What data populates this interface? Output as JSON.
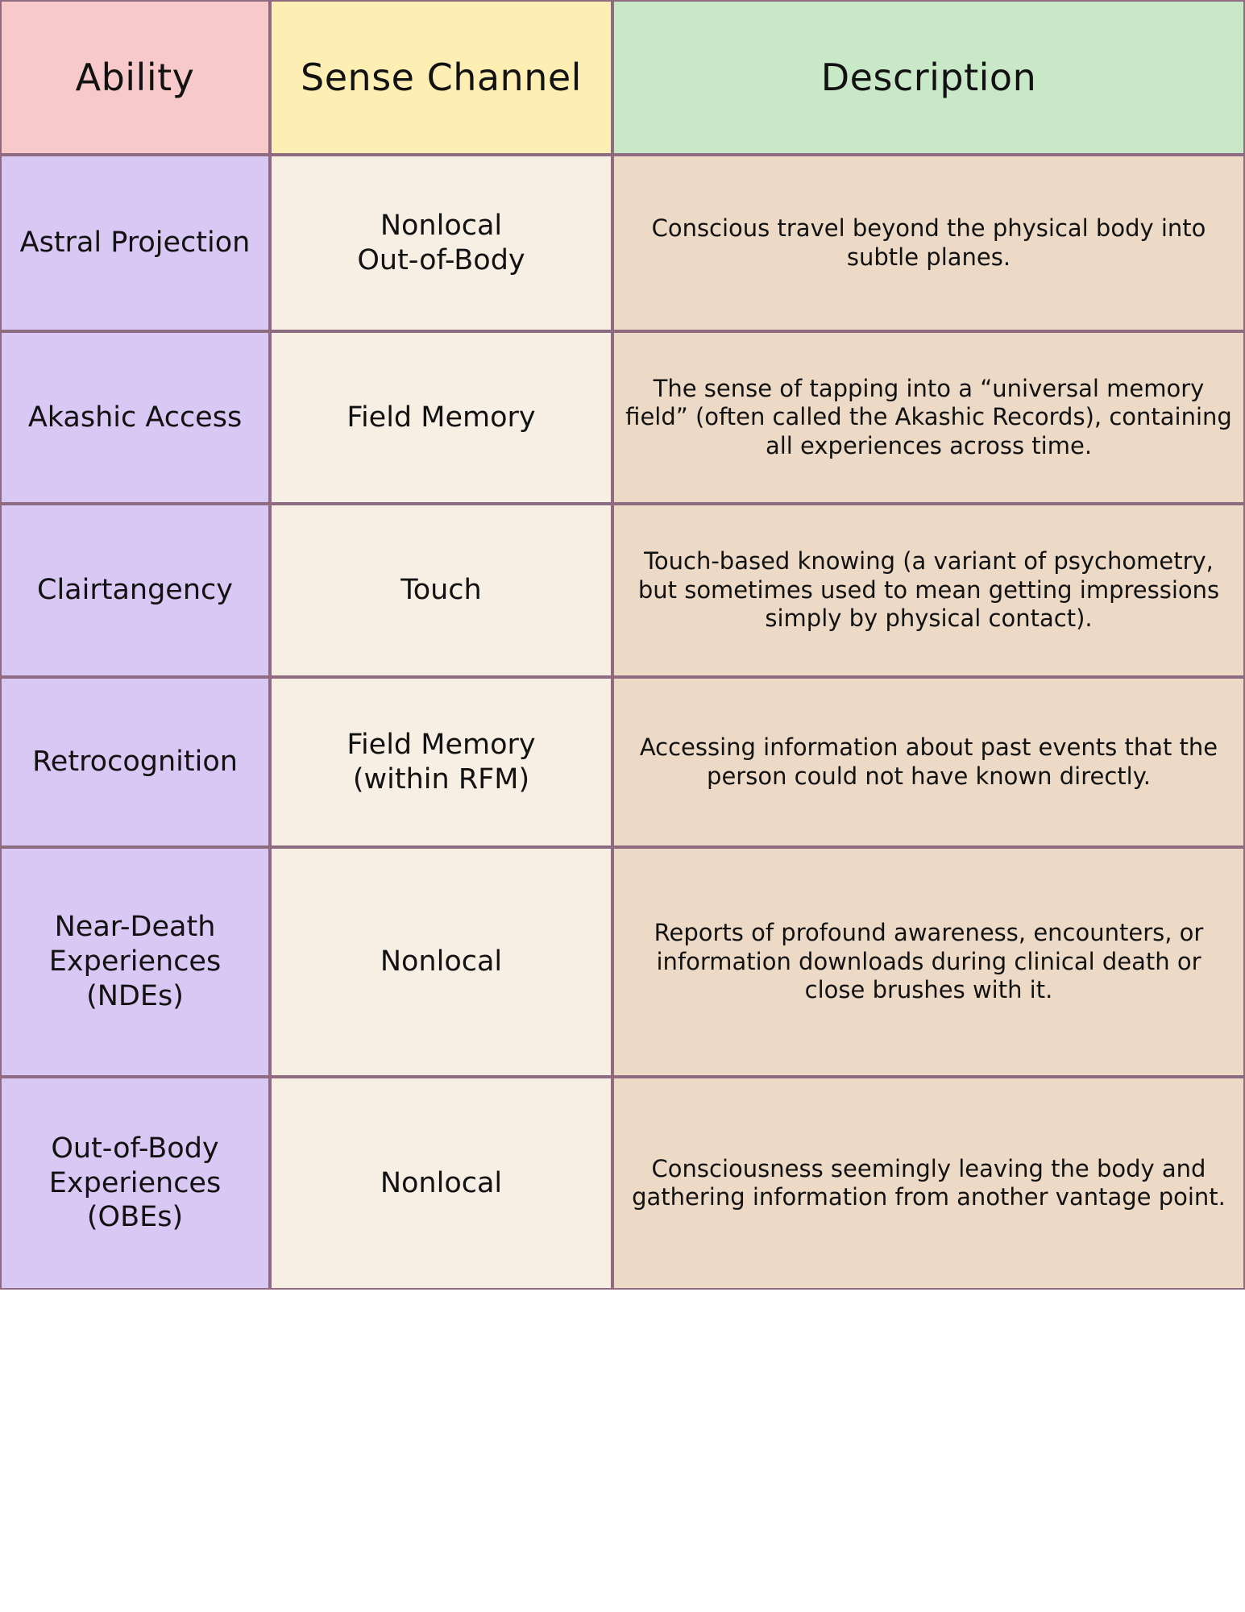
{
  "table": {
    "columns": [
      {
        "key": "ability",
        "label": "Ability",
        "header_color": "#f7c9cb",
        "cell_color": "#d9c7f4"
      },
      {
        "key": "sense",
        "label": "Sense Channel",
        "header_color": "#fdeeb3",
        "cell_color": "#f7efe4"
      },
      {
        "key": "description",
        "label": "Description",
        "header_color": "#c9e8c8",
        "cell_color": "#ecd9c6"
      }
    ],
    "border_color": "#8e6b80",
    "rows": [
      {
        "ability": "Astral Projection",
        "sense": "Nonlocal\nOut-of-Body",
        "description": "Conscious travel beyond the physical body into subtle planes."
      },
      {
        "ability": "Akashic Access",
        "sense": "Field Memory",
        "description": "The sense of tapping into a “universal memory field” (often called the Akashic Records), containing all experiences across time."
      },
      {
        "ability": "Clairtangency",
        "sense": "Touch",
        "description": "Touch-based knowing (a variant of psychometry, but sometimes used to mean getting impressions simply by physical contact)."
      },
      {
        "ability": "Retrocognition",
        "sense": "Field Memory\n(within RFM)",
        "description": "Accessing information about past events that the person could not have known directly."
      },
      {
        "ability": "Near-Death\nExperiences\n(NDEs)",
        "sense": "Nonlocal",
        "description": "Reports of profound awareness, encounters, or information downloads during clinical death or close brushes with it."
      },
      {
        "ability": "Out-of-Body\nExperiences\n(OBEs)",
        "sense": "Nonlocal",
        "description": "Consciousness seemingly leaving the body and gathering information from another vantage point."
      }
    ]
  }
}
